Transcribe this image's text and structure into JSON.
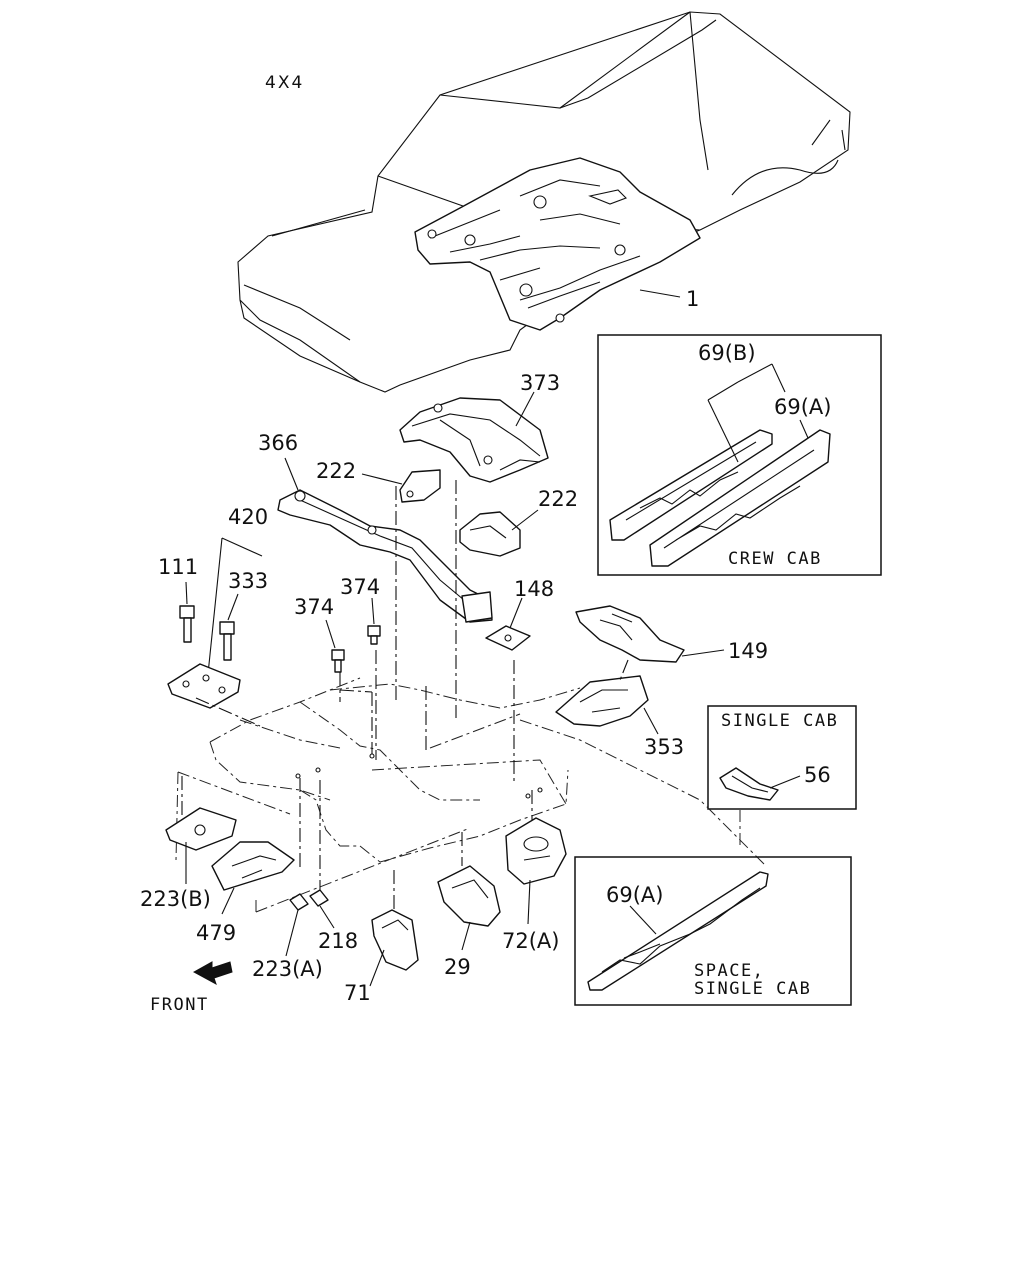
{
  "header": {
    "variant": "4X4"
  },
  "callouts": {
    "c1": "1",
    "c373": "373",
    "c366": "366",
    "c222a": "222",
    "c222b": "222",
    "c420": "420",
    "c111": "111",
    "c333": "333",
    "c374a": "374",
    "c374b": "374",
    "c148": "148",
    "c149": "149",
    "c353": "353",
    "c56": "56",
    "c223b": "223(B)",
    "c479": "479",
    "c223a": "223(A)",
    "c218": "218",
    "c71": "71",
    "c29": "29",
    "c72a": "72(A)",
    "c69b": "69(B)",
    "c69a_top": "69(A)",
    "c69a_bottom": "69(A)"
  },
  "boxes": {
    "crew_cab": "CREW CAB",
    "single_cab": "SINGLE CAB",
    "space_line1": "SPACE,",
    "space_line2": "SINGLE CAB"
  },
  "front_label": "FRONT"
}
